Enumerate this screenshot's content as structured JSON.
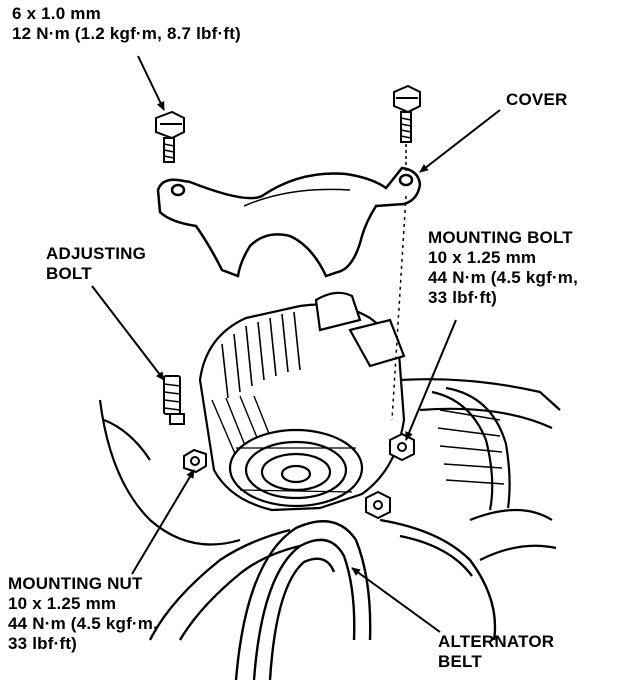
{
  "colors": {
    "ink": "#000000",
    "paper": "#ffffff"
  },
  "labels": {
    "cover_bolt": {
      "line1": "6 x 1.0 mm",
      "line2": "12 N·m (1.2 kgf·m, 8.7 lbf·ft)"
    },
    "cover": {
      "line1": "COVER"
    },
    "adjusting_bolt": {
      "line1": "ADJUSTING",
      "line2": "BOLT"
    },
    "mounting_bolt": {
      "line1": "MOUNTING BOLT",
      "line2": "10 x 1.25 mm",
      "line3": "44 N·m (4.5 kgf·m,",
      "line4": "33 lbf·ft)"
    },
    "mounting_nut": {
      "line1": "MOUNTING NUT",
      "line2": "10 x 1.25 mm",
      "line3": "44 N·m (4.5 kgf·m,",
      "line4": "33 lbf·ft)"
    },
    "alternator_belt": {
      "line1": "ALTERNATOR",
      "line2": "BELT"
    }
  }
}
